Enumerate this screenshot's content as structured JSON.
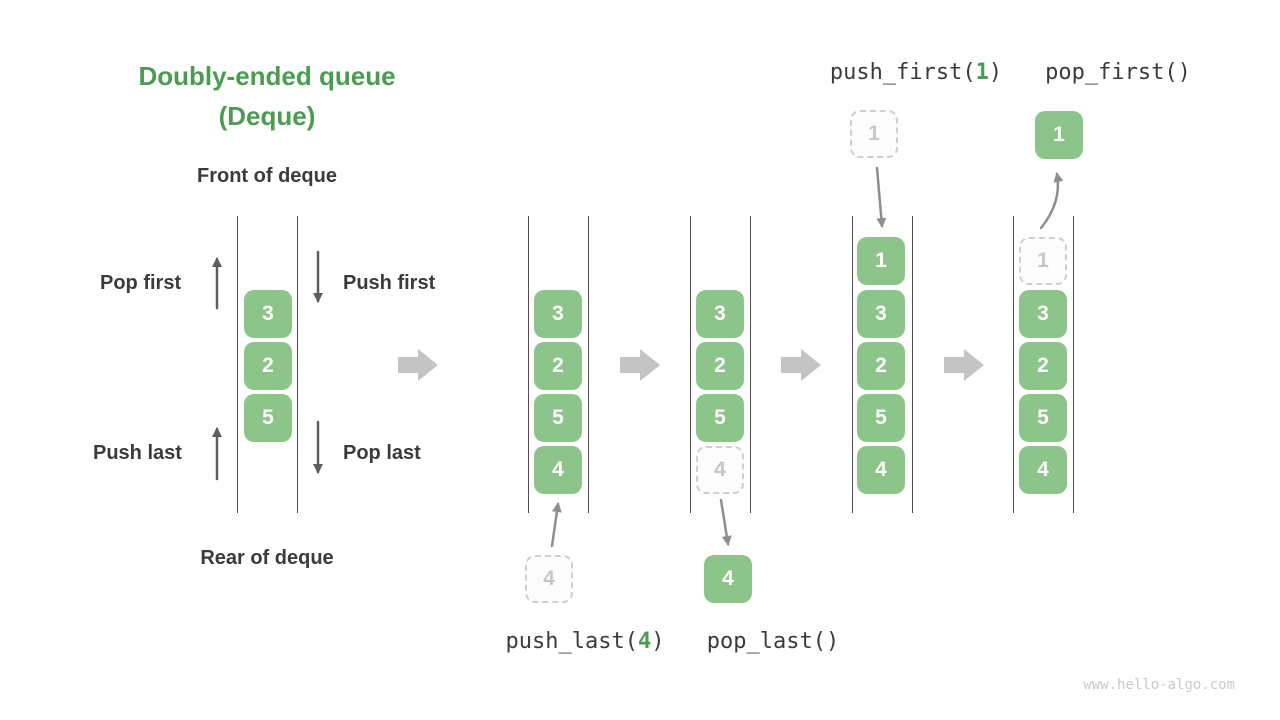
{
  "page": {
    "watermark": "www.hello-algo.com"
  },
  "title": {
    "line1": "Doubly-ended queue",
    "line2": "(Deque)"
  },
  "labels": {
    "front": "Front of deque",
    "rear": "Rear of deque",
    "pop_first": "Pop first",
    "push_first": "Push first",
    "push_last": "Push last",
    "pop_last": "Pop last"
  },
  "operations": {
    "push_first": {
      "prefix": "push_first(",
      "arg": "1",
      "suffix": ")"
    },
    "pop_first": {
      "text": "pop_first()"
    },
    "push_last": {
      "prefix": "push_last(",
      "arg": "4",
      "suffix": ")"
    },
    "pop_last": {
      "text": "pop_last()"
    }
  },
  "queues": [
    {
      "name": "deque-overview",
      "cells": [
        {
          "value": "3",
          "style": "solid"
        },
        {
          "value": "2",
          "style": "solid"
        },
        {
          "value": "5",
          "style": "solid"
        }
      ]
    },
    {
      "name": "state-after-push-last",
      "cells": [
        {
          "value": "3",
          "style": "solid"
        },
        {
          "value": "2",
          "style": "solid"
        },
        {
          "value": "5",
          "style": "solid"
        },
        {
          "value": "4",
          "style": "solid"
        }
      ]
    },
    {
      "name": "state-pop-last",
      "cells": [
        {
          "value": "3",
          "style": "solid"
        },
        {
          "value": "2",
          "style": "solid"
        },
        {
          "value": "5",
          "style": "solid"
        },
        {
          "value": "4",
          "style": "ghost"
        }
      ]
    },
    {
      "name": "state-after-push-first",
      "cells": [
        {
          "value": "1",
          "style": "solid"
        },
        {
          "value": "3",
          "style": "solid"
        },
        {
          "value": "2",
          "style": "solid"
        },
        {
          "value": "5",
          "style": "solid"
        },
        {
          "value": "4",
          "style": "solid"
        }
      ]
    },
    {
      "name": "state-pop-first",
      "cells": [
        {
          "value": "1",
          "style": "ghost"
        },
        {
          "value": "3",
          "style": "solid"
        },
        {
          "value": "2",
          "style": "solid"
        },
        {
          "value": "5",
          "style": "solid"
        },
        {
          "value": "4",
          "style": "solid"
        }
      ]
    }
  ],
  "floating_cells": {
    "push_last_incoming": {
      "value": "4",
      "style": "ghost"
    },
    "pop_last_outgoing": {
      "value": "4",
      "style": "solid"
    },
    "push_first_incoming": {
      "value": "1",
      "style": "ghost"
    },
    "pop_first_outgoing": {
      "value": "1",
      "style": "solid"
    }
  },
  "colors": {
    "accent_green": "#4A9D50",
    "cell_green": "#8CC489",
    "dark_text": "#3B3B3B",
    "arrow_dark": "#5E5E5E",
    "arrow_gray": "#8E8E8E",
    "arrow_light": "#C4C4C4",
    "ghost_border": "#CFCFCF",
    "ghost_text": "#C6C6C6",
    "rail_line": "#4F4F4F",
    "watermark_gray": "#C9C9C9"
  }
}
